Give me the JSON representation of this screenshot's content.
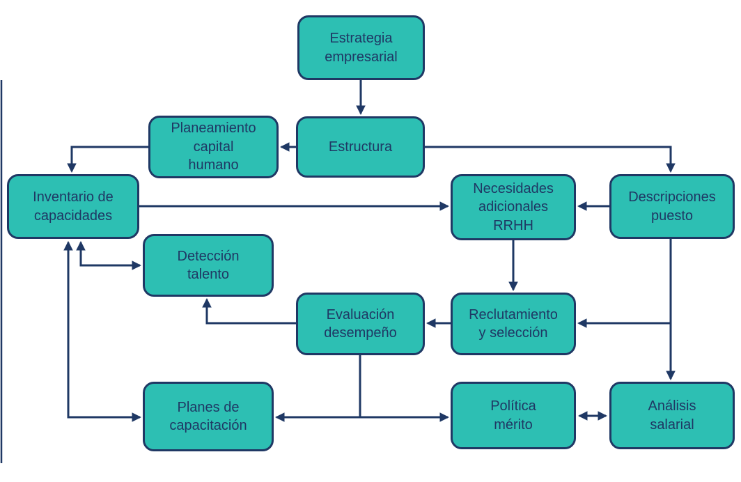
{
  "colors": {
    "background": "#ffffff",
    "node_fill": "#2dbfb3",
    "node_border": "#1f3864",
    "arrow": "#1f3864",
    "text": "#1f3864"
  },
  "nodes": {
    "estrategia": {
      "label": "Estrategia\nempresarial"
    },
    "planeamiento": {
      "label": "Planeamiento\ncapital\nhumano"
    },
    "estructura": {
      "label": "Estructura"
    },
    "inventario": {
      "label": "Inventario de\ncapacidades"
    },
    "necesidades": {
      "label": "Necesidades\nadicionales\nRRHH"
    },
    "descripciones": {
      "label": "Descripciones\npuesto"
    },
    "deteccion": {
      "label": "Detección\ntalento"
    },
    "evaluacion": {
      "label": "Evaluación\ndesempeño"
    },
    "reclutamiento": {
      "label": "Reclutamiento\ny  selección"
    },
    "planes": {
      "label": "Planes de\ncapacitación"
    },
    "politica": {
      "label": "Política\nmérito"
    },
    "analisis": {
      "label": "Análisis\nsalarial"
    }
  },
  "edges": [
    {
      "from": "Estrategia empresarial",
      "to": "Estructura",
      "type": "directed"
    },
    {
      "from": "Estructura",
      "to": "Planeamiento capital humano",
      "type": "directed"
    },
    {
      "from": "Estructura",
      "to": "Descripciones puesto",
      "type": "directed"
    },
    {
      "from": "Planeamiento capital humano",
      "to": "Inventario de capacidades",
      "type": "directed"
    },
    {
      "from": "Inventario de capacidades",
      "to": "Necesidades adicionales RRHH",
      "type": "directed"
    },
    {
      "from": "Descripciones puesto",
      "to": "Necesidades adicionales RRHH",
      "type": "directed"
    },
    {
      "from": "Necesidades adicionales RRHH",
      "to": "Reclutamiento y selección",
      "type": "directed"
    },
    {
      "from": "Descripciones puesto",
      "to": "Análisis salarial",
      "type": "directed"
    },
    {
      "from": "Descripciones puesto",
      "to": "Reclutamiento y selección",
      "type": "directed"
    },
    {
      "from": "Reclutamiento y selección",
      "to": "Evaluación desempeño",
      "type": "directed"
    },
    {
      "from": "Evaluación desempeño",
      "to": "Detección talento",
      "type": "directed"
    },
    {
      "from": "Evaluación desempeño",
      "to": "Planes de capacitación",
      "type": "directed"
    },
    {
      "from": "Evaluación desempeño",
      "to": "Política mérito",
      "type": "directed"
    },
    {
      "from": "Política mérito",
      "to": "Análisis salarial",
      "type": "bidirectional"
    },
    {
      "from": "Inventario de capacidades",
      "to": "Planes de capacitación",
      "type": "bidirectional"
    },
    {
      "from": "Inventario de capacidades",
      "to": "Detección talento",
      "type": "bidirectional"
    }
  ]
}
